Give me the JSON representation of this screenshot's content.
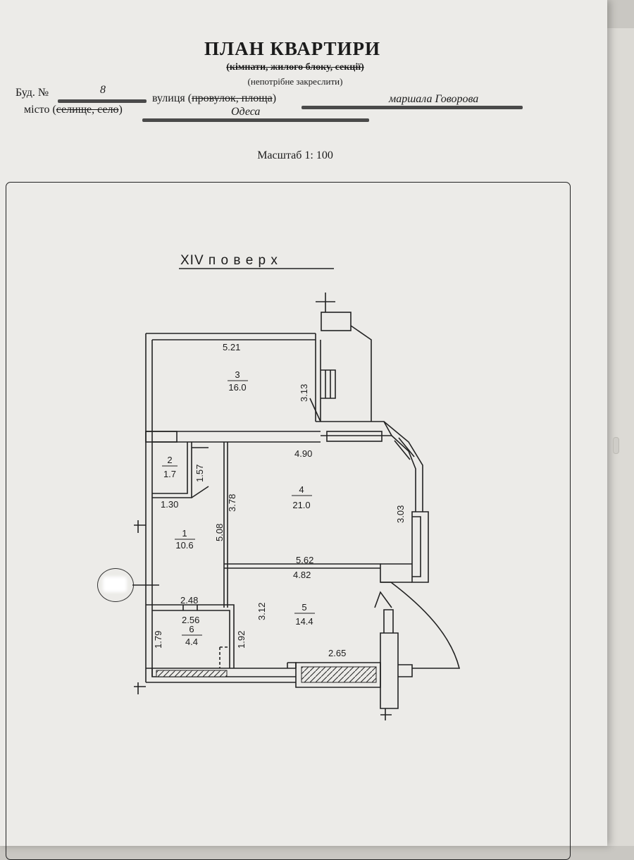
{
  "header": {
    "title": "ПЛАН КВАРТИРИ",
    "subtitle": "(кімнати, жилого блоку, секції)",
    "note": "(непотрібне закреслити)",
    "building_label": "Буд. №",
    "building_number": "8",
    "street_label": "вулиця (",
    "street_struck": "провулок, площа",
    "street_close": ")",
    "street_value": "маршала Говорова",
    "city_label": "місто (",
    "city_struck": "селище, село",
    "city_close": ")",
    "city_value": "Одеса",
    "scale": "Масштаб 1: 100"
  },
  "plan": {
    "floor_title": "XIV  п о в е р х",
    "rooms": [
      {
        "number": "1",
        "area": "10.6"
      },
      {
        "number": "2",
        "area": "1.7"
      },
      {
        "number": "3",
        "area": "16.0"
      },
      {
        "number": "4",
        "area": "21.0"
      },
      {
        "number": "5",
        "area": "14.4"
      },
      {
        "number": "6",
        "area": "4.4"
      }
    ],
    "dimensions": {
      "r3_width": "5.21",
      "r3_depth": "3.13",
      "r4_top": "4.90",
      "r4_depth": "3.78",
      "r4_right": "3.03",
      "r4_bottom": "5.62",
      "r2_depth": "1.57",
      "r2_width": "1.30",
      "r1_depth": "5.08",
      "r1_width": "2.48",
      "r6_width": "2.56",
      "r6_depth_left": "1.79",
      "r6_depth_right": "1.92",
      "r5_top": "4.82",
      "r5_depth": "3.12",
      "balcony": "2.65"
    }
  }
}
